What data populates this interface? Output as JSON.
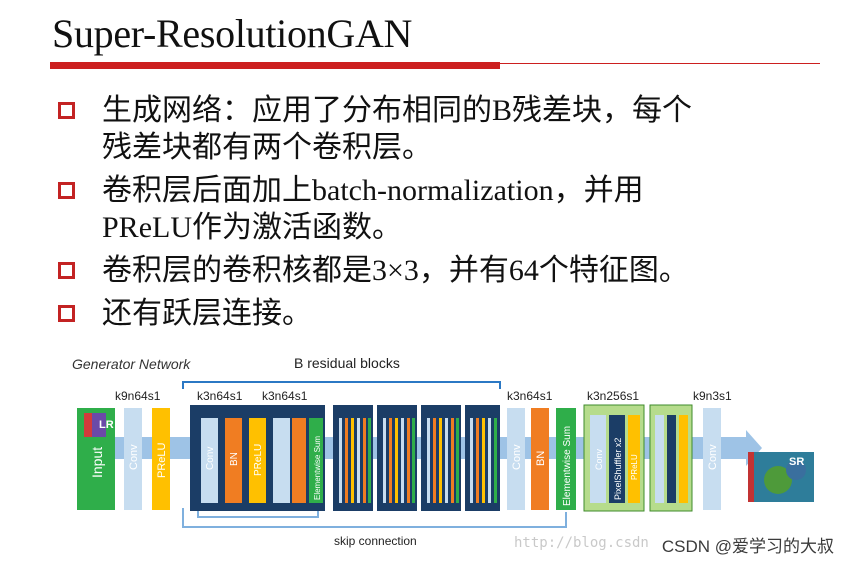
{
  "title": "Super-ResolutionGAN",
  "bullets": [
    {
      "line1": "生成网络：应用了分布相同的B残差块，每个",
      "line2": "残差块都有两个卷积层。"
    },
    {
      "line1": "卷积层后面加上batch-normalization，并用",
      "line2": "PReLU作为激活函数。"
    },
    {
      "line1": "卷积层的卷积核都是3×3，并有64个特征图。"
    },
    {
      "line1": "还有跃层连接。"
    }
  ],
  "diagram": {
    "heading": "Generator Network",
    "residual_label": "B residual blocks",
    "skip_label": "skip connection",
    "kernel_labels": [
      "k9n64s1",
      "k3n64s1",
      "k3n64s1",
      "k3n64s1",
      "k3n256s1",
      "k9n3s1"
    ],
    "blocks": {
      "input": "Input",
      "lr": "LR",
      "sr": "SR",
      "conv": "Conv",
      "prelu": "PReLU",
      "bn": "BN",
      "sum": "Elementwise Sum",
      "pixel": "PixelShuffler x2"
    },
    "colors": {
      "green": "#2fae4a",
      "blue": "#c7ddf0",
      "orange": "#f07d22",
      "yellow": "#ffc000",
      "navy": "#1b3d66",
      "lime": "#b6dc8c"
    }
  },
  "watermark": "CSDN @爱学习的大叔",
  "watermark_url": "http://blog.csdn"
}
